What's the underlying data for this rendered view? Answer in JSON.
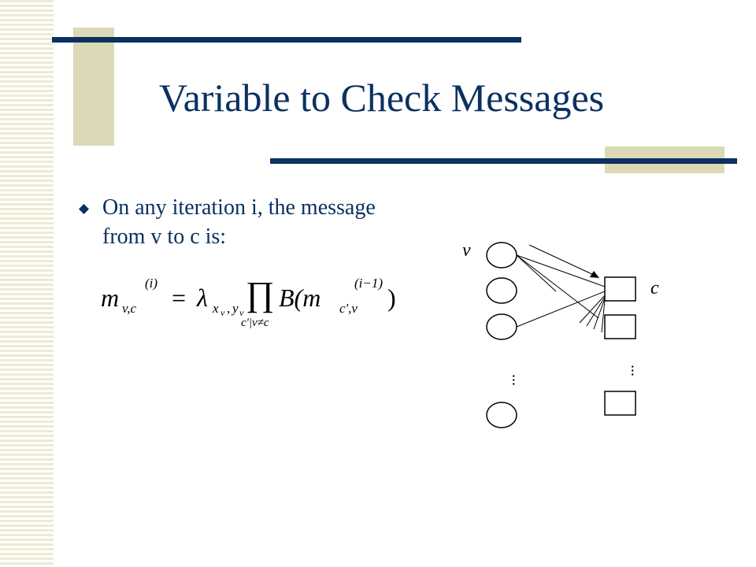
{
  "slide": {
    "title": "Variable to Check Messages",
    "bullet": {
      "icon": "diamond-bullet-icon",
      "text": "On any iteration i, the message from v to c is:"
    }
  },
  "formula": {
    "lhs_m": "m",
    "lhs_sub": "v,c",
    "lhs_sup": "(i)",
    "equals": "=",
    "lambda": "λ",
    "lambda_sub": "x",
    "lambda_sub_v1": "v",
    "lambda_sub_comma": ",",
    "lambda_sub_y": "y",
    "lambda_sub_v2": "v",
    "product": "∏",
    "product_sub": "c'|v≠c",
    "func": "B(m",
    "inner_sub": "c',v",
    "inner_sup": "(i−1)",
    "close": ")"
  },
  "diagram": {
    "variable_label": "v",
    "check_label": "c",
    "variable_nodes": 4,
    "check_nodes": 3,
    "ellipsis": "..."
  },
  "colors": {
    "title": "#0b3161",
    "bar": "#0b3161",
    "tan": "#dcdab6",
    "stripe": "#ecebd2"
  }
}
